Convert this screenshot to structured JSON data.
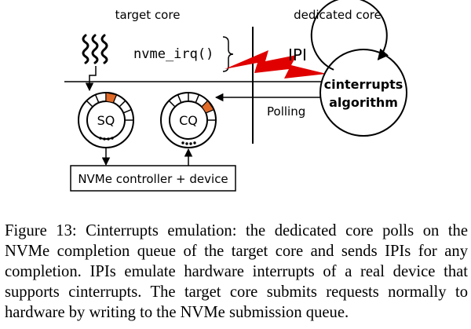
{
  "diagram": {
    "target_core_label": "target core",
    "dedicated_core_label": "dedicated core",
    "irq_handler_label": "nvme_irq()",
    "ipi_label": "IPI",
    "polling_label": "Polling",
    "algorithm_line1": "cinterrupts",
    "algorithm_line2": "algorithm",
    "sq_label": "SQ",
    "cq_label": "CQ",
    "device_label": "NVMe controller + device",
    "colors": {
      "ipi_bolt": "#e00000",
      "queue_slot_highlight": "#e06a28",
      "stroke": "#000000"
    }
  },
  "caption": {
    "text": "Figure 13: Cinterrupts emulation: the dedicated core polls on the NVMe completion queue of the target core and sends IPIs for any completion. IPIs emulate hardware interrupts of a real device that supports cinterrupts. The target core submits requests normally to hardware by writing to the NVMe submission queue."
  }
}
